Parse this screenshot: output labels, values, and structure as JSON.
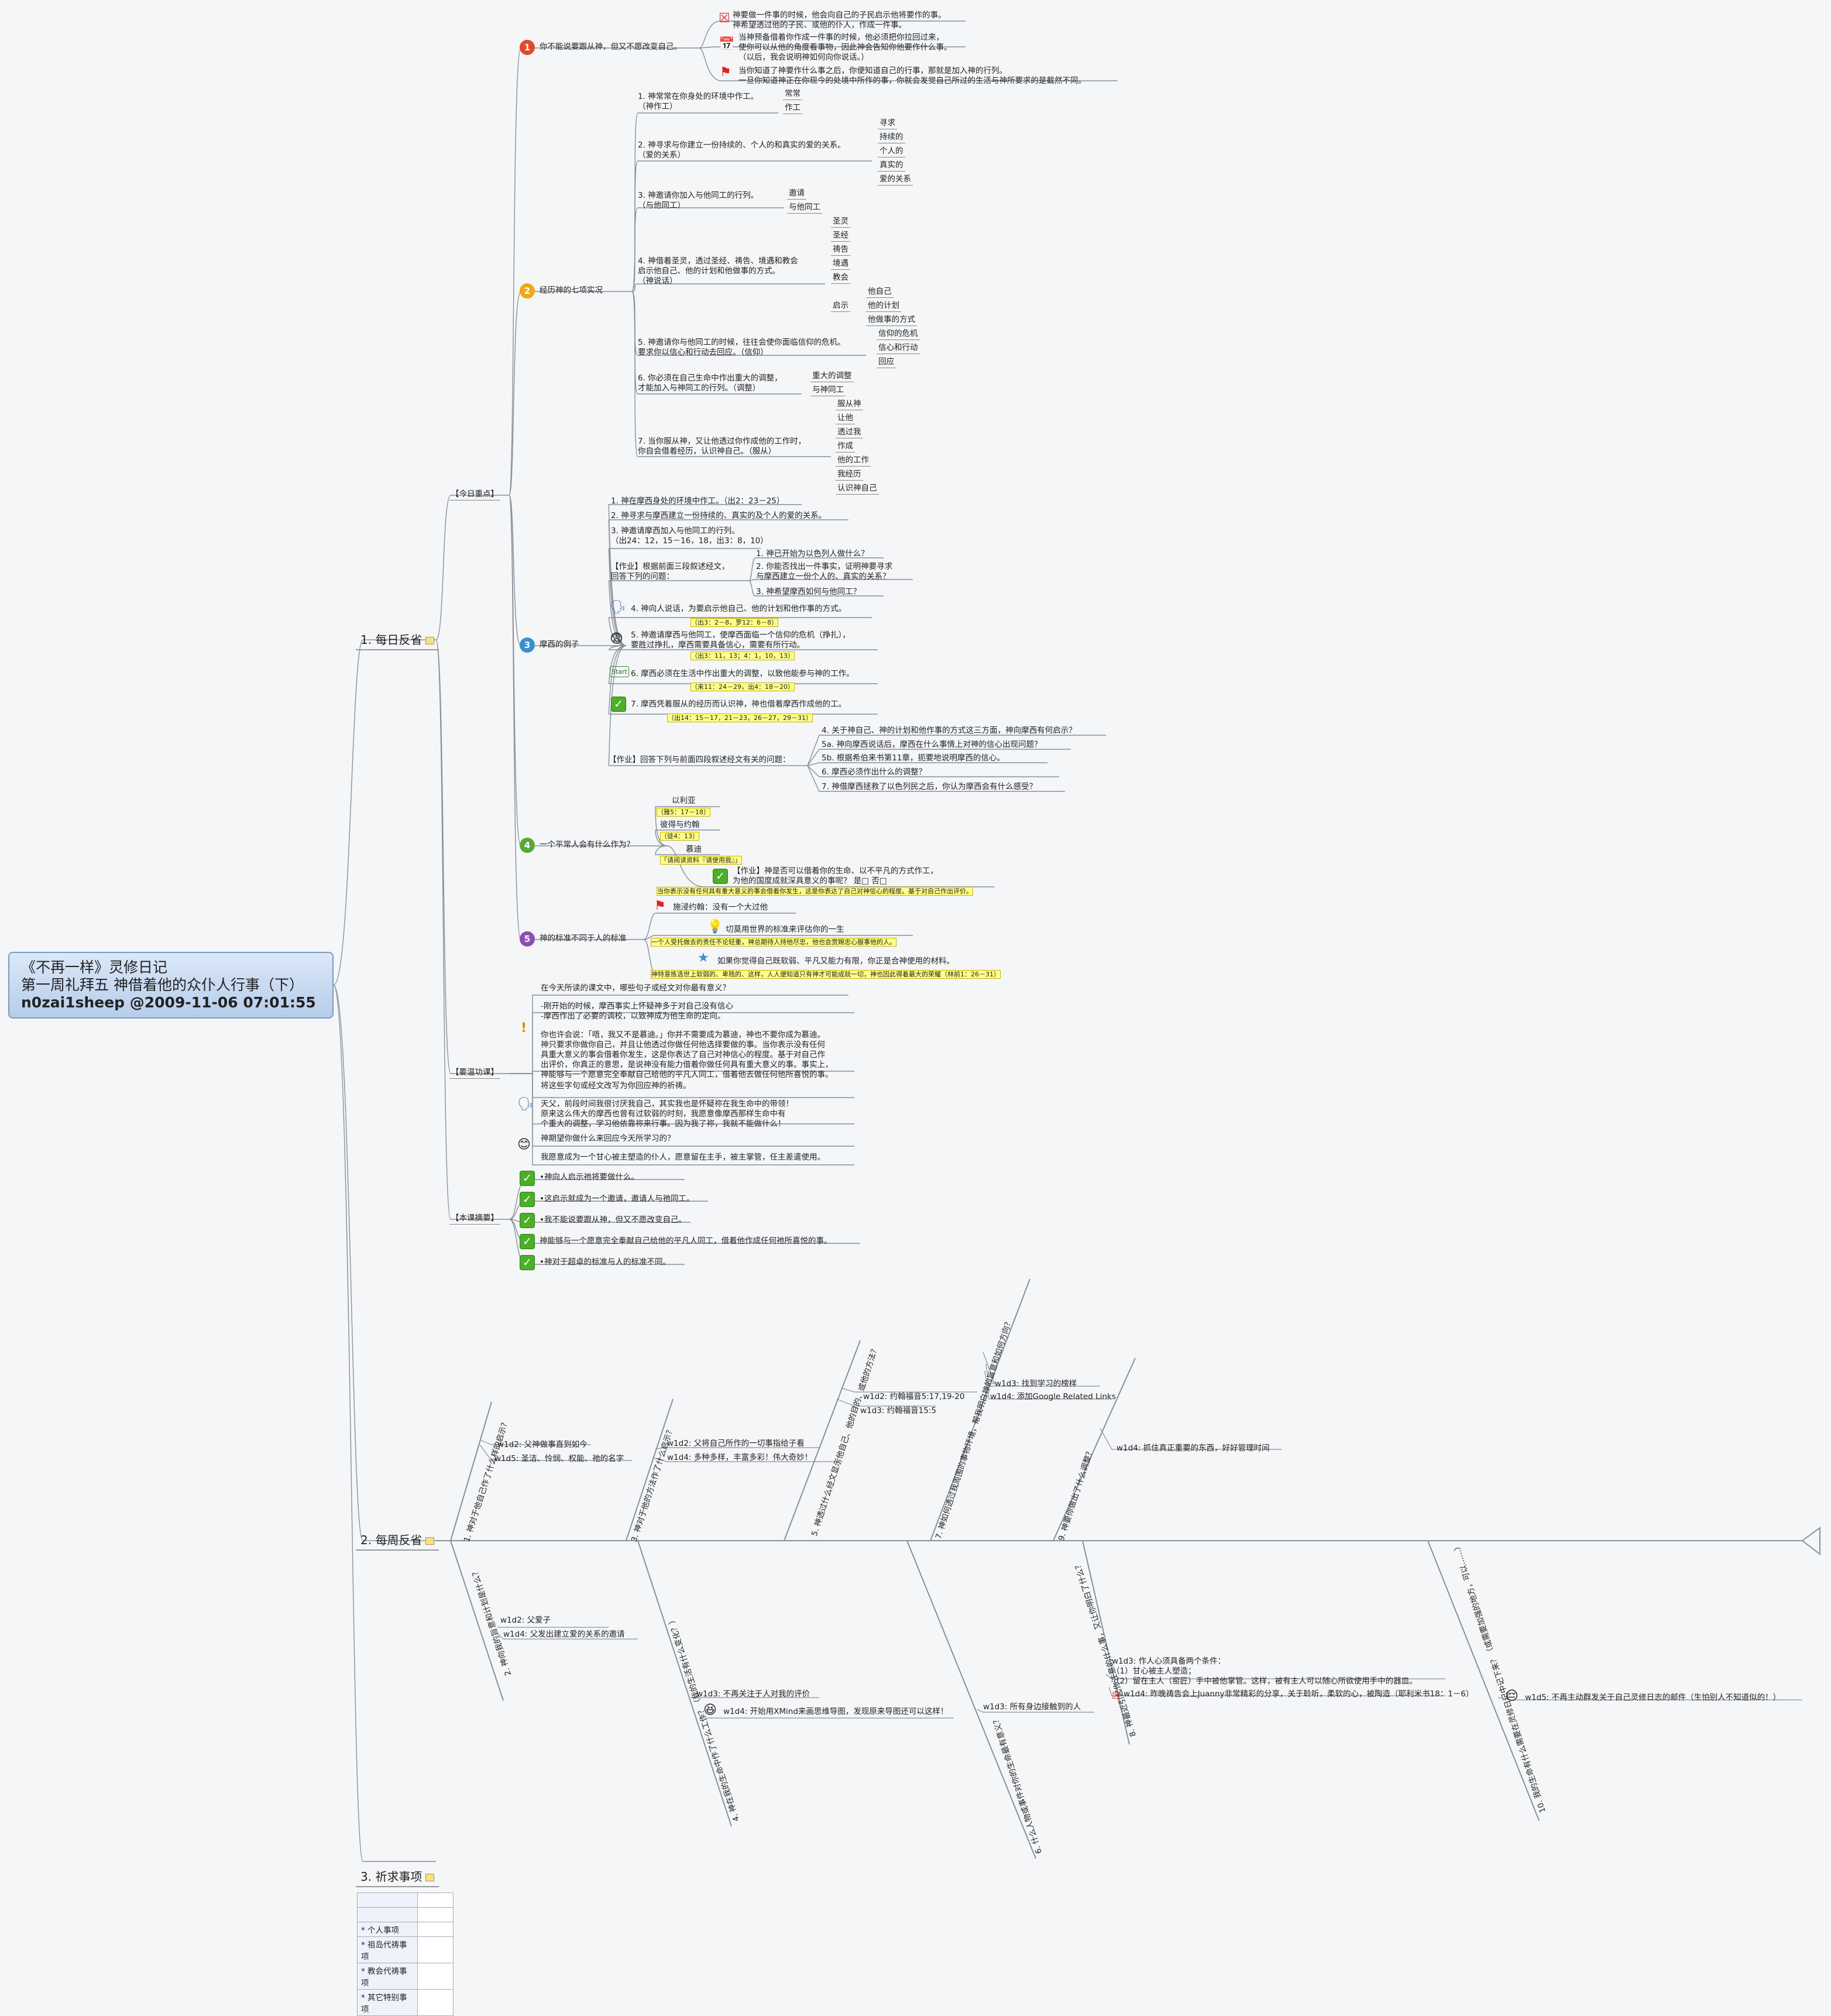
{
  "root": {
    "line1": "《不再一样》灵修日记",
    "line2": "第一周礼拜五 神借着他的众仆人行事（下）",
    "line3": "n0zai1sheep @2009-11-06 07:01:55"
  },
  "branches": {
    "daily": "1. 每日反省",
    "weekly": "2. 每周反省",
    "prayer": "3. 祈求事项"
  },
  "sections": {
    "focus": "【今日重点】",
    "apply": "【要温功课】",
    "summary": "【本课摘要】"
  },
  "f1": {
    "title": "你不能说要跟从神，但又不愿改变自己。",
    "n1": "神要做一件事的时候，他会向自己的子民启示他将要作的事。\n神希望透过他的子民、或他的仆人，作成一件事。",
    "n2": "当神预备借着你作成一件事的时候，他必须把你拉回过来，\n使你可以从他的角度看事物，因此神会告知你他要作什么事。\n（以后，我会说明神如何向你说话。）",
    "n3": "当你知道了神要作什么事之后，你便知道自己的行事，那就是加入神的行列。\n一旦你知道神正在你现今的处境中所作的事，你就会发觉自己所过的生活与神所要求的是截然不同。"
  },
  "f2": {
    "title": "经历神的七项实况",
    "i1": "1. 神常常在你身处的环境中作工。\n（神作工）",
    "i1k": [
      "常常",
      "作工"
    ],
    "i2": "2. 神寻求与你建立一份持续的、个人的和真实的爱的关系。\n（爱的关系）",
    "i2k": [
      "寻求",
      "持续的",
      "个人的",
      "真实的",
      "爱的关系"
    ],
    "i3": "3. 神邀请你加入与他同工的行列。\n（与他同工）",
    "i3k": [
      "邀请",
      "与他同工"
    ],
    "i4": "4. 神借着圣灵，透过圣经、祷告、境遇和教会\n启示他自己、他的计划和他做事的方式。\n（神说话）",
    "i4k": [
      "圣灵",
      "圣经",
      "祷告",
      "境遇",
      "教会",
      "启示"
    ],
    "i4r": [
      "他自己",
      "他的计划",
      "他做事的方式"
    ],
    "i5": "5. 神邀请你与他同工的时候，往往会使你面临信仰的危机。\n要求你以信心和行动去回应。（信仰）",
    "i5k": [
      "信仰的危机",
      "信心和行动",
      "回应"
    ],
    "i6": "6. 你必须在自己生命中作出重大的调整，\n才能加入与神同工的行列。（调整）",
    "i6k": [
      "重大的调整",
      "与神同工"
    ],
    "i7": "7. 当你服从神，又让他透过你作成他的工作时，\n你自会借着经历，认识神自己。（服从）",
    "i7k": [
      "服从神",
      "让他",
      "透过我",
      "作成",
      "他的工作",
      "我经历",
      "认识神自己"
    ]
  },
  "f3": {
    "title": "摩西的例子",
    "i1": "1. 神在摩西身处的环境中作工。（出2：23－25）",
    "i2": "2. 神寻求与摩西建立一份持续的、真实的及个人的爱的关系。",
    "i3": "3. 神邀请摩西加入与他同工的行列。\n（出24：12，15－16，18，出3：8，10）",
    "hw1": "【作业】根据前面三段叙述经文，\n回答下列的问题：",
    "hw1q": [
      "1. 神已开始为以色列人做什么？",
      "2. 你能否找出一件事实，证明神要寻求\n与摩西建立一份个人的、真实的关系？",
      "3. 神希望摩西如何与他同工？"
    ],
    "i4": "4. 神向人说话，为要启示他自己、他的计划和他作事的方式。",
    "i4ref": "（出3：2－8，罗12：6－8）",
    "i5": "5. 神邀请摩西与他同工，使摩西面临一个信仰的危机（挣扎），\n要胜过挣扎，摩西需要具备信心，需要有所行动。",
    "i5ref": "（出3：11，13；4：1，10，13）",
    "i6": "6. 摩西必须在生活中作出重大的调整，以致他能参与神的工作。",
    "i6ref": "（来11：24－29，出4：18－20）",
    "i7": "7. 摩西凭着服从的经历而认识神，神也借着摩西作成他的工。",
    "i7ref": "（出14：15－17，21－23，26－27，29－31）",
    "hw2": "【作业】回答下列与前面四段叙述经文有关的问题：",
    "hw2q": [
      "4. 关于神自己、神的计划和他作事的方式这三方面，神向摩西有何启示？",
      "5a. 神向摩西说话后，摩西在什么事情上对神的信心出现问题？",
      "5b. 根据希伯来书第11章，扼要地说明摩西的信心。",
      "6. 摩西必须作出什么的调整？",
      "7. 神借摩西拯救了以色列民之后，你认为摩西会有什么感受？"
    ]
  },
  "f4": {
    "title": "一个平常人会有什么作为？",
    "names": [
      "以利亚",
      "彼得与约翰",
      "慕迪"
    ],
    "refs": [
      "（雅5：17－18）",
      "（徒4：13）",
      "「请阅读资料『请使用我』」"
    ],
    "hw": "【作业】神是否可以借着你的生命、以不平凡的方式作工，\n为他的国度成就深具意义的事呢？ 是□ 否□",
    "tip": "当你表示没有任何具有重大意义的事会借着你发生，这是你表达了自己对神信心的程度。基于对自己作出评价。"
  },
  "f5": {
    "title": "神的标准不同于人的标准",
    "n1": "施浸约翰：没有一个大过他",
    "n2": "切莫用世界的标准来评估你的一生",
    "n2y": "一个人受托做去的责任不论轻重，神总期待人持他尽忠，他也会赏赐忠心服事他的人。",
    "n3": "如果你觉得自己既软弱、平凡又能力有限，你正是合神使用的材料。",
    "n3y": "神特意拣选世上软弱的、卑贱的、这样，人人便知道只有神才可能成就一切，神也因此得着最大的荣耀（林前1：26－31）"
  },
  "apply": {
    "q1": "在今天所读的课文中，哪些句子或经文对你最有意义？",
    "a1": "-刚开始的时候，摩西事实上怀疑神多于对自己没有信心\n-摩西作出了必要的调校，以致神成为他生命的定向。",
    "a2": "你也许会说：「唔，我又不是慕迪。」你并不需要成为慕迪，神也不要你成为慕迪。\n神只要求你做你自己，并且让他透过你做任何他选择要做的事。当你表示没有任何\n具重大意义的事会借着你发生，这是你表达了自己对神信心的程度。基于对自己作\n出评价，你真正的意思，是说神没有能力借着你做任何具有重大意义的事。事实上，\n神能够与一个愿意完全奉献自己给他的平凡人同工，借着他去做任何他所喜悦的事。",
    "q2": "将这些字句或经文改写为你回应神的祈祷。",
    "a3": "天父，前段时间我很讨厌我自己，其实我也是怀疑祢在我生命中的带领！\n原来这么伟大的摩西也曾有过软弱的时刻，我愿意像摩西那样生命中有\n个重大的调整，学习他依靠祢来行事。因为我了祢，我就不能做什么！",
    "q3": "神期望你做什么来回应今天所学习的？",
    "a4": "我愿意成为一个甘心被主塑造的仆人，愿意留在主手，被主掌管，任主差遣使用。"
  },
  "summary": [
    "•神向人启示祂将要做什么。",
    "•这启示就成为一个邀请，邀请人与祂同工。",
    "•我不能说要跟从神，但又不愿改变自己。",
    "神能够与一个愿意完全奉献自己给他的平凡人同工，借着他作成任何祂所喜悦的事。",
    "•神对于超卓的标准与人的标准不同。"
  ],
  "weekly": {
    "q1": "1. 神对于他自己作了什么样的启示？",
    "q1a": [
      "w1d2: 父神做事直到如今",
      "w1d5: 圣洁、怜悯、权能、祂的名字"
    ],
    "q2": "2. 神向我的旨意和计划是什么？",
    "q2a": [
      "w1d2: 父爱子",
      "w1d4: 父发出建立爱的关系的邀请"
    ],
    "q3": "3. 神对于他的方法作了什么启示？",
    "q3a": [
      "w1d2: 父将自己所作的一切事指给子看",
      "w1d4: 多种多样，丰富多彩！伟大奇妙！"
    ],
    "q4": "4. 神在我的生命中作了什么工作？（我的生活有什么变化？）",
    "q4a": [
      "w1d3: 不再关注于人对我的评价",
      "w1d4: 开始用XMind来画思维导图，发现原来导图还可以这样！"
    ],
    "q5": "5. 神透过什么经文显示他自己、他的目的、或他的方法？",
    "q5a": [
      "w1d2: 约翰福音5:17,19-20",
      "w1d3: 约翰福音15:5"
    ],
    "q6": "6. 什么人物或事件对你的生命最有意义？",
    "q6a": [
      "w1d3: 所有身边接触到的人"
    ],
    "q7": "7. 神如何透过我周围的事物环境，帮我明白神的旨意和如何方向？",
    "q7a": [
      "w1d3: 找到学习的榜样",
      "w1d4: 添加Google Related Links"
    ],
    "q8": "8. 神最近引起你注意的什么事，又让你明白了什么？",
    "q8a": [
      "w1d3: 作人心须具备两个条件：\n（1）甘心被主人塑造；\n（2）留在主人（窑匠）手中被他掌管。这样，被有主人可以随心所欲使用手中的器皿。",
      "w1d4: 昨晚祷告会上Juanny非常精彩的分享，关于聆听，柔软的心，被陶造（耶利米书18：1－6）"
    ],
    "q9": "9. 神要你做出了什么调整？",
    "q9a": [
      "w1d4: 抓住真正重要的东西，好好管理时间"
    ],
    "q10": "10. 我的生命有什么需要在灵修日记中记下来？（或需要加强的地方，可以……）",
    "q10a": [
      "w1d5: 不再主动群发关于自己灵修日志的邮件（生怕别人不知道似的！）"
    ]
  },
  "prayer": {
    "items": [
      "* 个人事项",
      "* 祖岛代祷事项",
      "* 教会代祷事项",
      "* 其它特别事项"
    ]
  },
  "colors": {
    "badge1": "#e0492a",
    "badge2": "#f0a818",
    "badge3": "#3a8fd0",
    "badge4": "#5aa838",
    "badge5": "#8a4fb0",
    "highlight": "#ffff88"
  }
}
